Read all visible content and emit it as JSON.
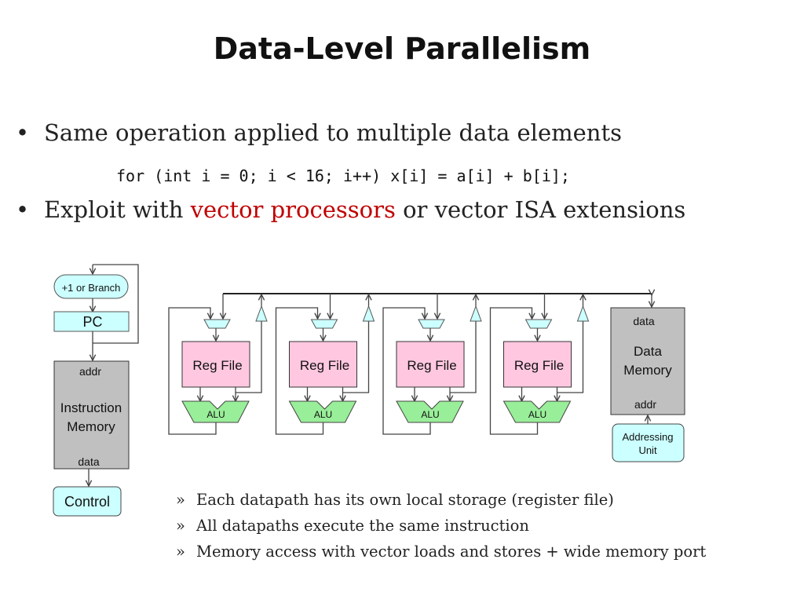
{
  "slide": {
    "title": "Data-Level Parallelism",
    "bullets": [
      {
        "marker": "•",
        "text": "Same operation applied to multiple data elements"
      },
      {
        "marker": "•",
        "text_before": "Exploit with ",
        "highlight": "vector processors",
        "text_after": " or vector ISA extensions"
      }
    ],
    "code": "for (int i = 0; i < 16; i++) x[i] = a[i] + b[i];",
    "sub_bullets": [
      {
        "marker": "»",
        "text": "Each datapath has its own local storage (register file)",
        "color": "#222222"
      },
      {
        "marker": "»",
        "text": "All datapaths execute the same instruction",
        "color": "#c00000"
      },
      {
        "marker": "»",
        "text": "Memory access with vector loads and stores + wide memory port",
        "color": "#222222"
      }
    ],
    "colors": {
      "highlight": "#c00000",
      "cyan_box": "#ccffff",
      "memory_gray": "#c0c0c0",
      "regfile_pink": "#ffc8e0",
      "alu_green": "#99ee99"
    }
  },
  "diagram": {
    "branch_label": "+1 or Branch",
    "pc_label": "PC",
    "imem": {
      "addr": "addr",
      "name1": "Instruction",
      "name2": "Memory",
      "data": "data"
    },
    "control_label": "Control",
    "lanes": [
      {
        "regfile": "Reg File",
        "alu": "ALU"
      },
      {
        "regfile": "Reg File",
        "alu": "ALU"
      },
      {
        "regfile": "Reg File",
        "alu": "ALU"
      },
      {
        "regfile": "Reg File",
        "alu": "ALU"
      }
    ],
    "dmem": {
      "data": "data",
      "name1": "Data",
      "name2": "Memory",
      "addr": "addr"
    },
    "addressing_unit": {
      "line1": "Addressing",
      "line2": "Unit"
    }
  }
}
